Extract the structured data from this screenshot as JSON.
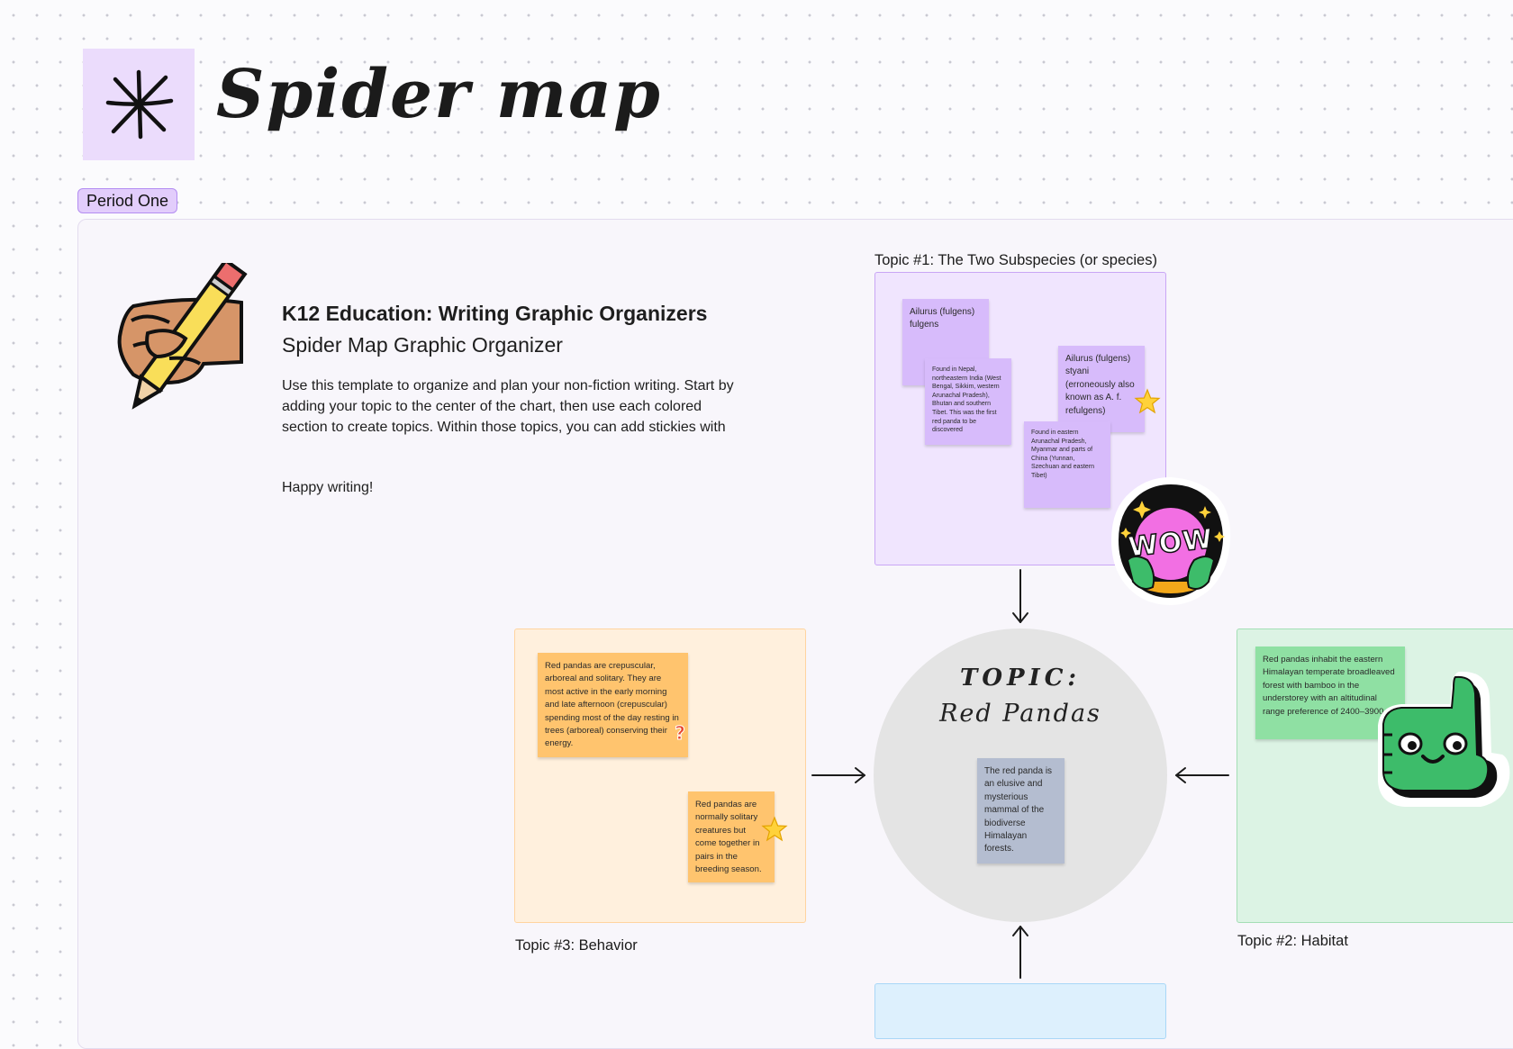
{
  "page": {
    "title": "Spider map",
    "title_icon": "sparkle-asterisk-icon"
  },
  "section": {
    "name": "Period One"
  },
  "info": {
    "heading": "K12 Education: Writing Graphic Organizers",
    "subheading": "Spider Map Graphic Organizer",
    "body": "Use this template to organize and plan your non-fiction writing. Start by adding your topic to the center of the chart, then use each colored section to create topics. Within those topics, you can add stickies with facts, links, or questions to guide your research.",
    "closing": "Happy writing!",
    "illustration": "hand-writing-pencil-icon"
  },
  "center": {
    "word": "TOPIC:",
    "name": "Red Pandas",
    "sticky": "The red panda is an elusive and mysterious mammal of the biodiverse Himalayan forests."
  },
  "topic1": {
    "label": "Topic #1: The Two Subspecies (or species)",
    "stickies": [
      "Ailurus (fulgens) fulgens",
      "Found in Nepal, northeastern India (West Bengal, Sikkim, western Arunachal Pradesh), Bhutan and southern Tibet. This was the first red panda to be discovered",
      "Ailurus (fulgens) styani (erroneously also known as A. f. refulgens)",
      "Found in eastern Arunachal Pradesh, Myanmar and parts of China (Yunnan, Szechuan and eastern Tibet)"
    ],
    "sticker_text": "WOW"
  },
  "topic2": {
    "label": "Topic #2: Habitat",
    "stickies": [
      "Red pandas inhabit the eastern Himalayan temperate broadleaved forest with bamboo in the understorey with an altitudinal range preference of 2400–3900 m"
    ],
    "sticker": "thumbs-up-face-sticker"
  },
  "topic3": {
    "label": "Topic #3: Behavior",
    "stickies": [
      "Red pandas are crepuscular, arboreal and solitary. They are most active in the early morning and late afternoon (crepuscular) spending most of the day resting in trees (arboreal) conserving their energy.",
      "Red pandas are normally solitary creatures but come together in pairs in the breeding season."
    ]
  },
  "colors": {
    "purple_section": "#f0e5fe",
    "orange_section": "#fff0dd",
    "green_section": "#dcf3e4",
    "blue_section": "#ddf0fd",
    "center_circle": "#e4e4e4"
  }
}
